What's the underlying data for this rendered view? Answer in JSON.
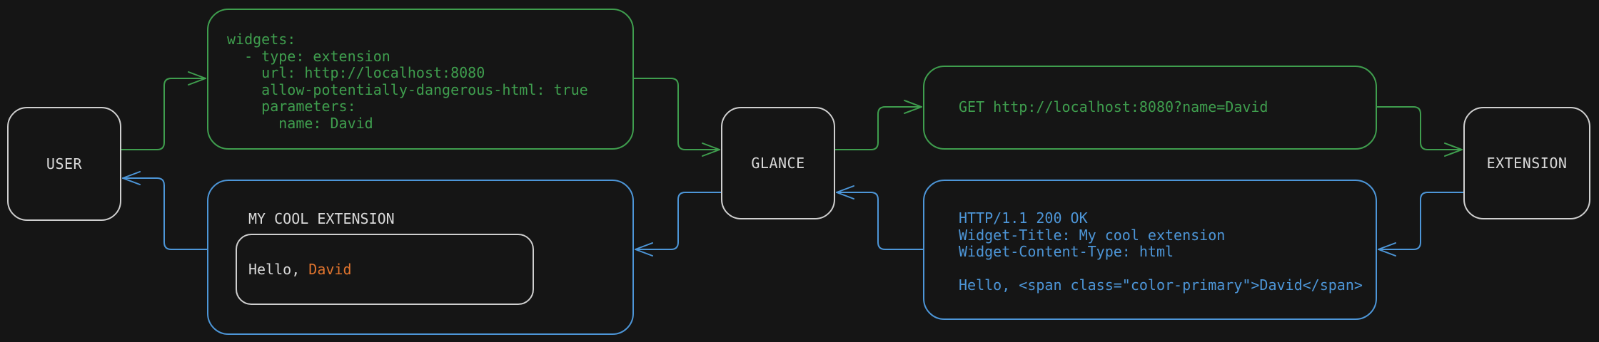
{
  "diagram": {
    "nodes": {
      "user": {
        "label": "USER"
      },
      "glance": {
        "label": "GLANCE"
      },
      "extension": {
        "label": "EXTENSION"
      }
    },
    "config_box": {
      "code": "widgets:\n  - type: extension\n    url: http://localhost:8080\n    allow-potentially-dangerous-html: true\n    parameters:\n      name: David"
    },
    "request_box": {
      "code": "GET http://localhost:8080?name=David"
    },
    "response_box": {
      "code": "HTTP/1.1 200 OK\nWidget-Title: My cool extension\nWidget-Content-Type: html\n\nHello, <span class=\"color-primary\">David</span>"
    },
    "widget_box": {
      "title": "MY COOL EXTENSION",
      "greeting_prefix": "Hello, ",
      "greeting_name": "David"
    },
    "colors": {
      "background": "#151515",
      "request_flow_green": "#3f9e4e",
      "response_flow_blue": "#4d96d8",
      "name_accent_orange": "#e0742e",
      "node_border": "#cfcfcf",
      "text": "#d9d9d9"
    }
  }
}
